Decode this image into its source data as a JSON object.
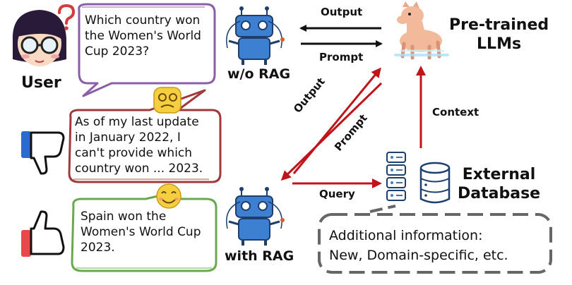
{
  "user": {
    "label": "User"
  },
  "question": {
    "lines": [
      "Which country won",
      "the Women's World",
      "Cup 2023?"
    ]
  },
  "bad_answer": {
    "lines": [
      "As of my last update",
      "in January 2022, I",
      "can't provide which",
      "country won ... 2023."
    ]
  },
  "good_answer": {
    "lines": [
      "Spain won the",
      "Women's World Cup",
      "2023."
    ]
  },
  "robots": {
    "without_rag": "w/o RAG",
    "with_rag": "with RAG"
  },
  "llm": {
    "lines": [
      "Pre-trained",
      "LLMs"
    ]
  },
  "database": {
    "lines": [
      "External",
      "Database"
    ]
  },
  "info_box": {
    "lines": [
      "Additional information:",
      "New, Domain-specific, etc."
    ]
  },
  "arrows": {
    "output_top": "Output",
    "prompt_top": "Prompt",
    "output_diag": "Output",
    "prompt_diag": "Prompt",
    "context": "Context",
    "query": "Query"
  },
  "colors": {
    "question_border": "#8a5fa8",
    "bad_border": "#a0393b",
    "good_border": "#6aa84f",
    "red_arrow": "#c0141b",
    "robot_blue": "#3d7fd1",
    "thumb_down": "#2a6bcf",
    "thumb_up": "#e8474b"
  }
}
